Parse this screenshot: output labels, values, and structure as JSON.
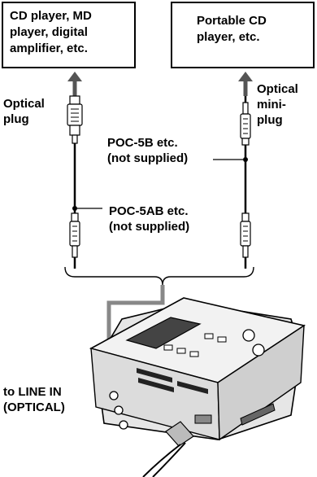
{
  "boxes": {
    "left": "CD player, MD\nplayer, digital\namplifier, etc.",
    "right": "Portable CD\nplayer, etc."
  },
  "labels": {
    "optical_plug": "Optical\nplug",
    "optical_mini_plug": "Optical\nmini-\nplug",
    "poc5b": "POC-5B etc.\n(not supplied)",
    "poc5ab": "POC-5AB etc.\n(not supplied)",
    "line_in": "to LINE IN\n(OPTICAL)"
  }
}
